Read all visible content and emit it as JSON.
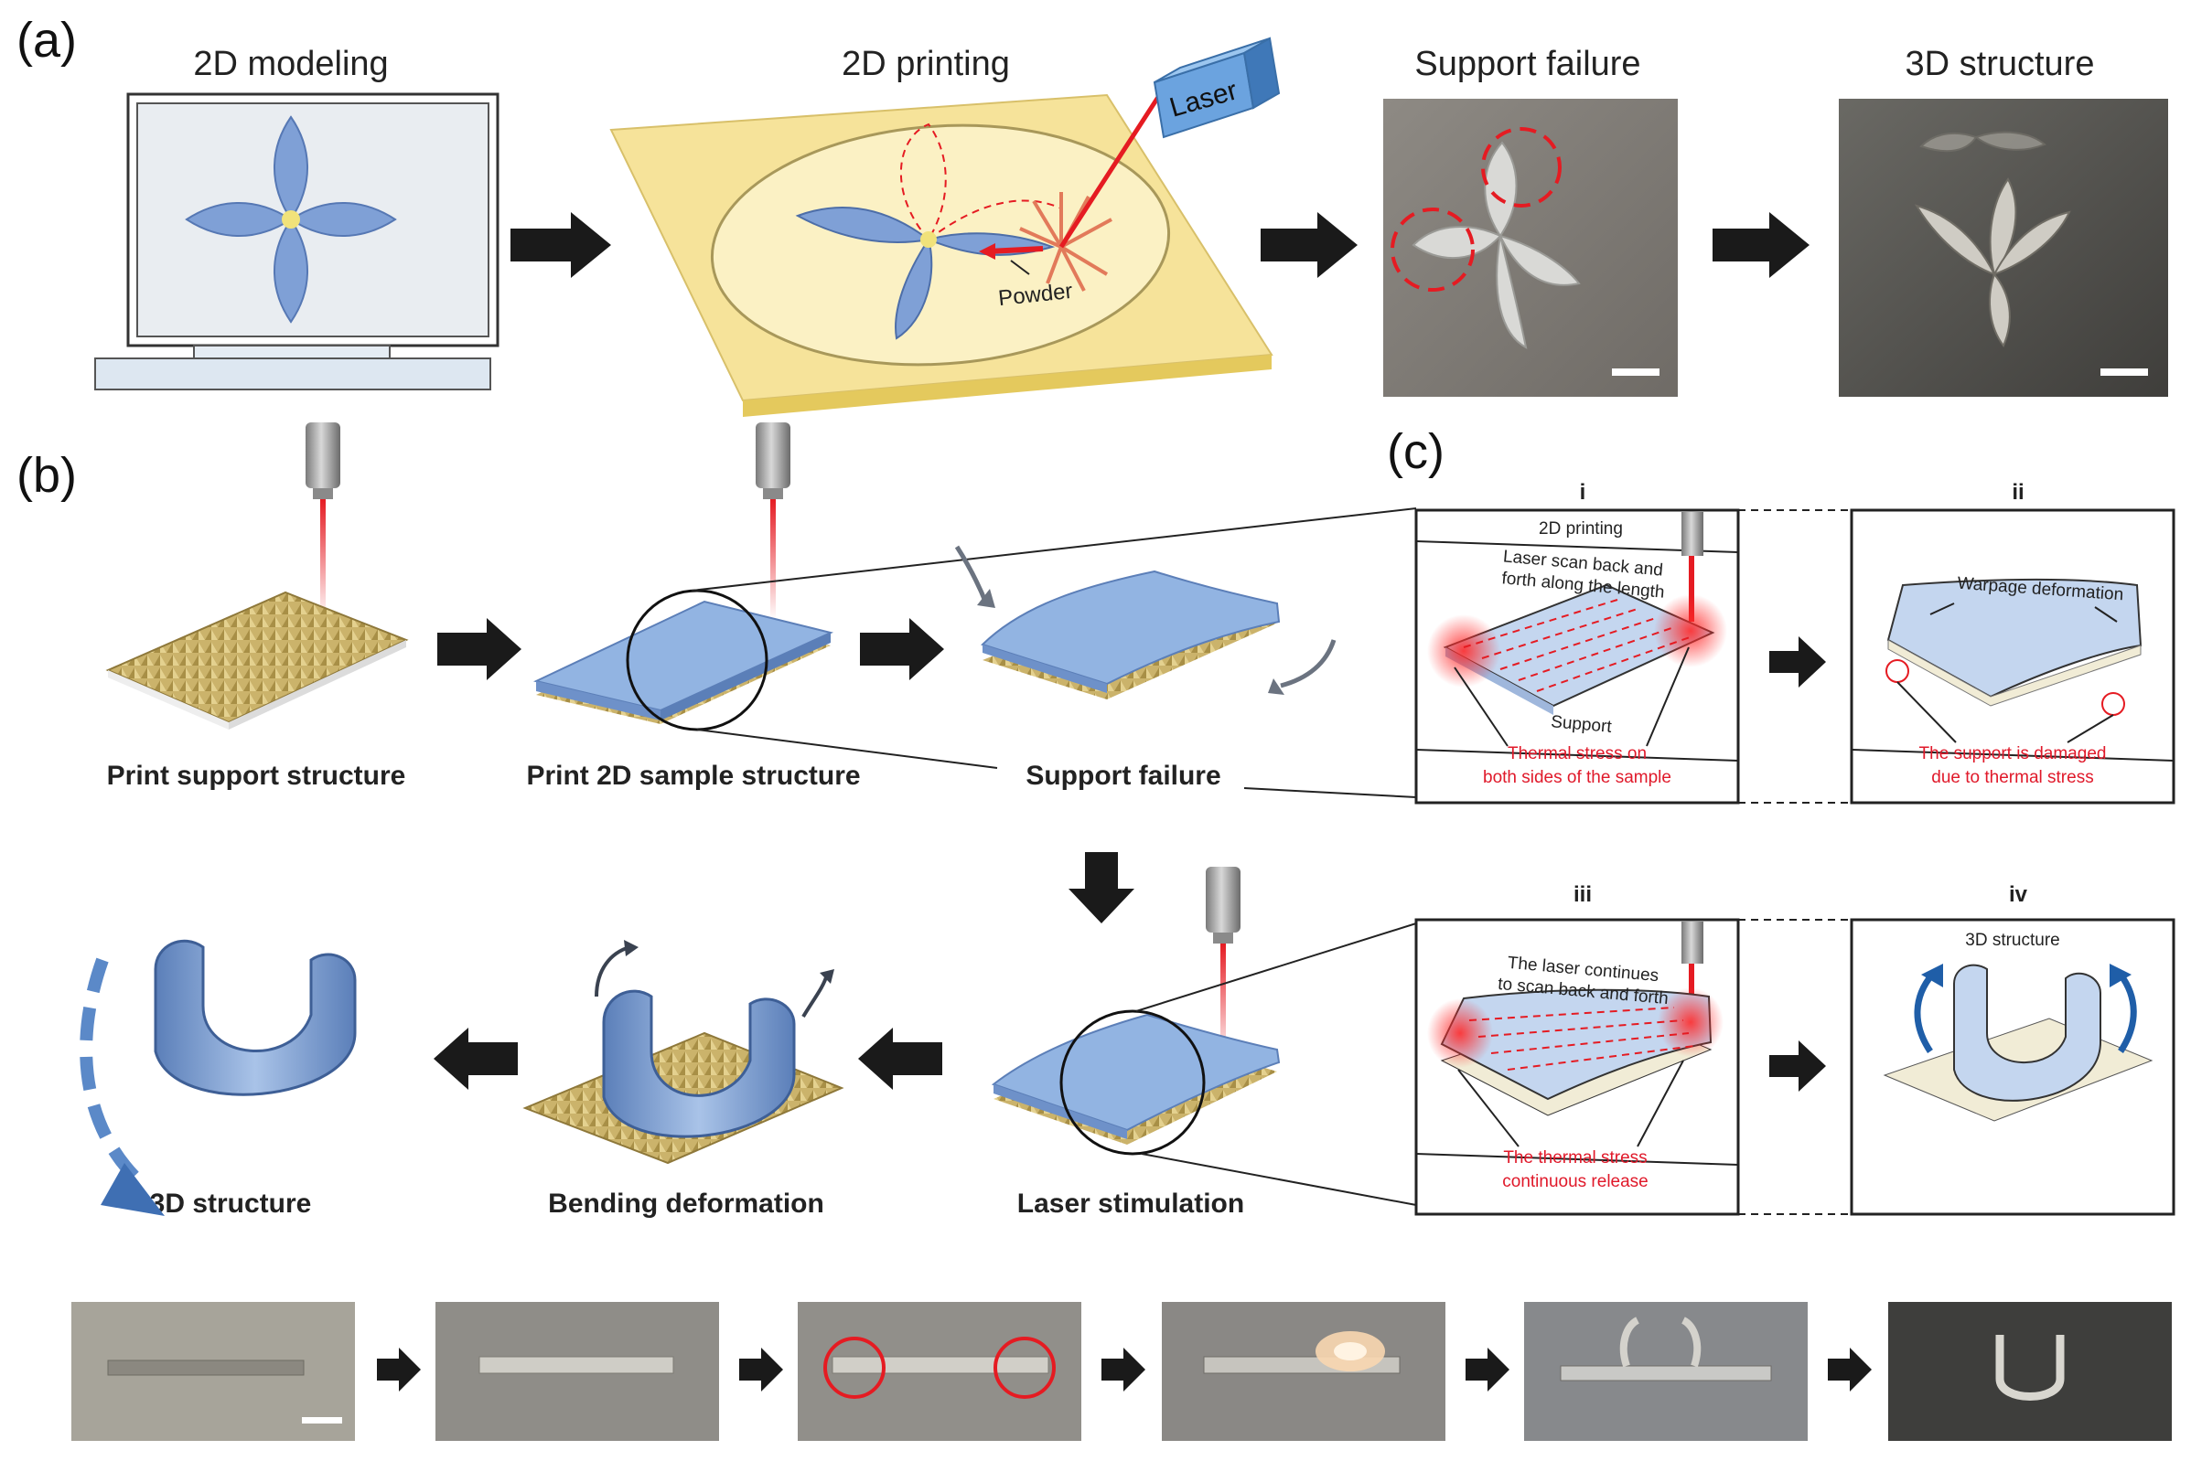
{
  "panels": {
    "a": {
      "tag": "(a)",
      "steps": [
        {
          "title": "2D modeling"
        },
        {
          "title": "2D printing",
          "laser_label": "Laser",
          "powder_label": "Powder"
        },
        {
          "title": "Support failure"
        },
        {
          "title": "3D structure"
        }
      ]
    },
    "b": {
      "tag": "(b)",
      "captions": {
        "print_support": "Print support structure",
        "print_2d": "Print 2D sample structure",
        "support_failure": "Support failure",
        "laser_stimulation": "Laser stimulation",
        "bending": "Bending deformation",
        "structure_3d": "3D structure"
      }
    },
    "c": {
      "tag": "(c)",
      "i": {
        "num": "i",
        "title": "2D printing",
        "note_line1": "Laser scan back and",
        "note_line2": "forth along the length",
        "support": "Support",
        "red_line1": "Thermal stress on",
        "red_line2": "both sides of the sample"
      },
      "ii": {
        "num": "ii",
        "note": "Warpage deformation",
        "red_line1": "The support is damaged",
        "red_line2": "due to thermal stress"
      },
      "iii": {
        "num": "iii",
        "note_line1": "The laser continues",
        "note_line2": "to scan back and forth",
        "red_line1": "The thermal stress",
        "red_line2": "continuous release"
      },
      "iv": {
        "num": "iv",
        "title": "3D structure"
      }
    }
  },
  "colors": {
    "sample_blue": "#8fb1de",
    "sample_blue_dark": "#5d82bd",
    "support_gold": "#c9b168",
    "platform_yellow": "#f6e39a",
    "laser_red": "#e51b22",
    "annotation_red": "#e0192a",
    "arrow_black": "#1a1a1a"
  },
  "icons": [
    "laser-nozzle-icon",
    "flow-arrow-icon",
    "curved-arrow-icon",
    "scale-bar-icon",
    "magnifier-circle-icon"
  ]
}
